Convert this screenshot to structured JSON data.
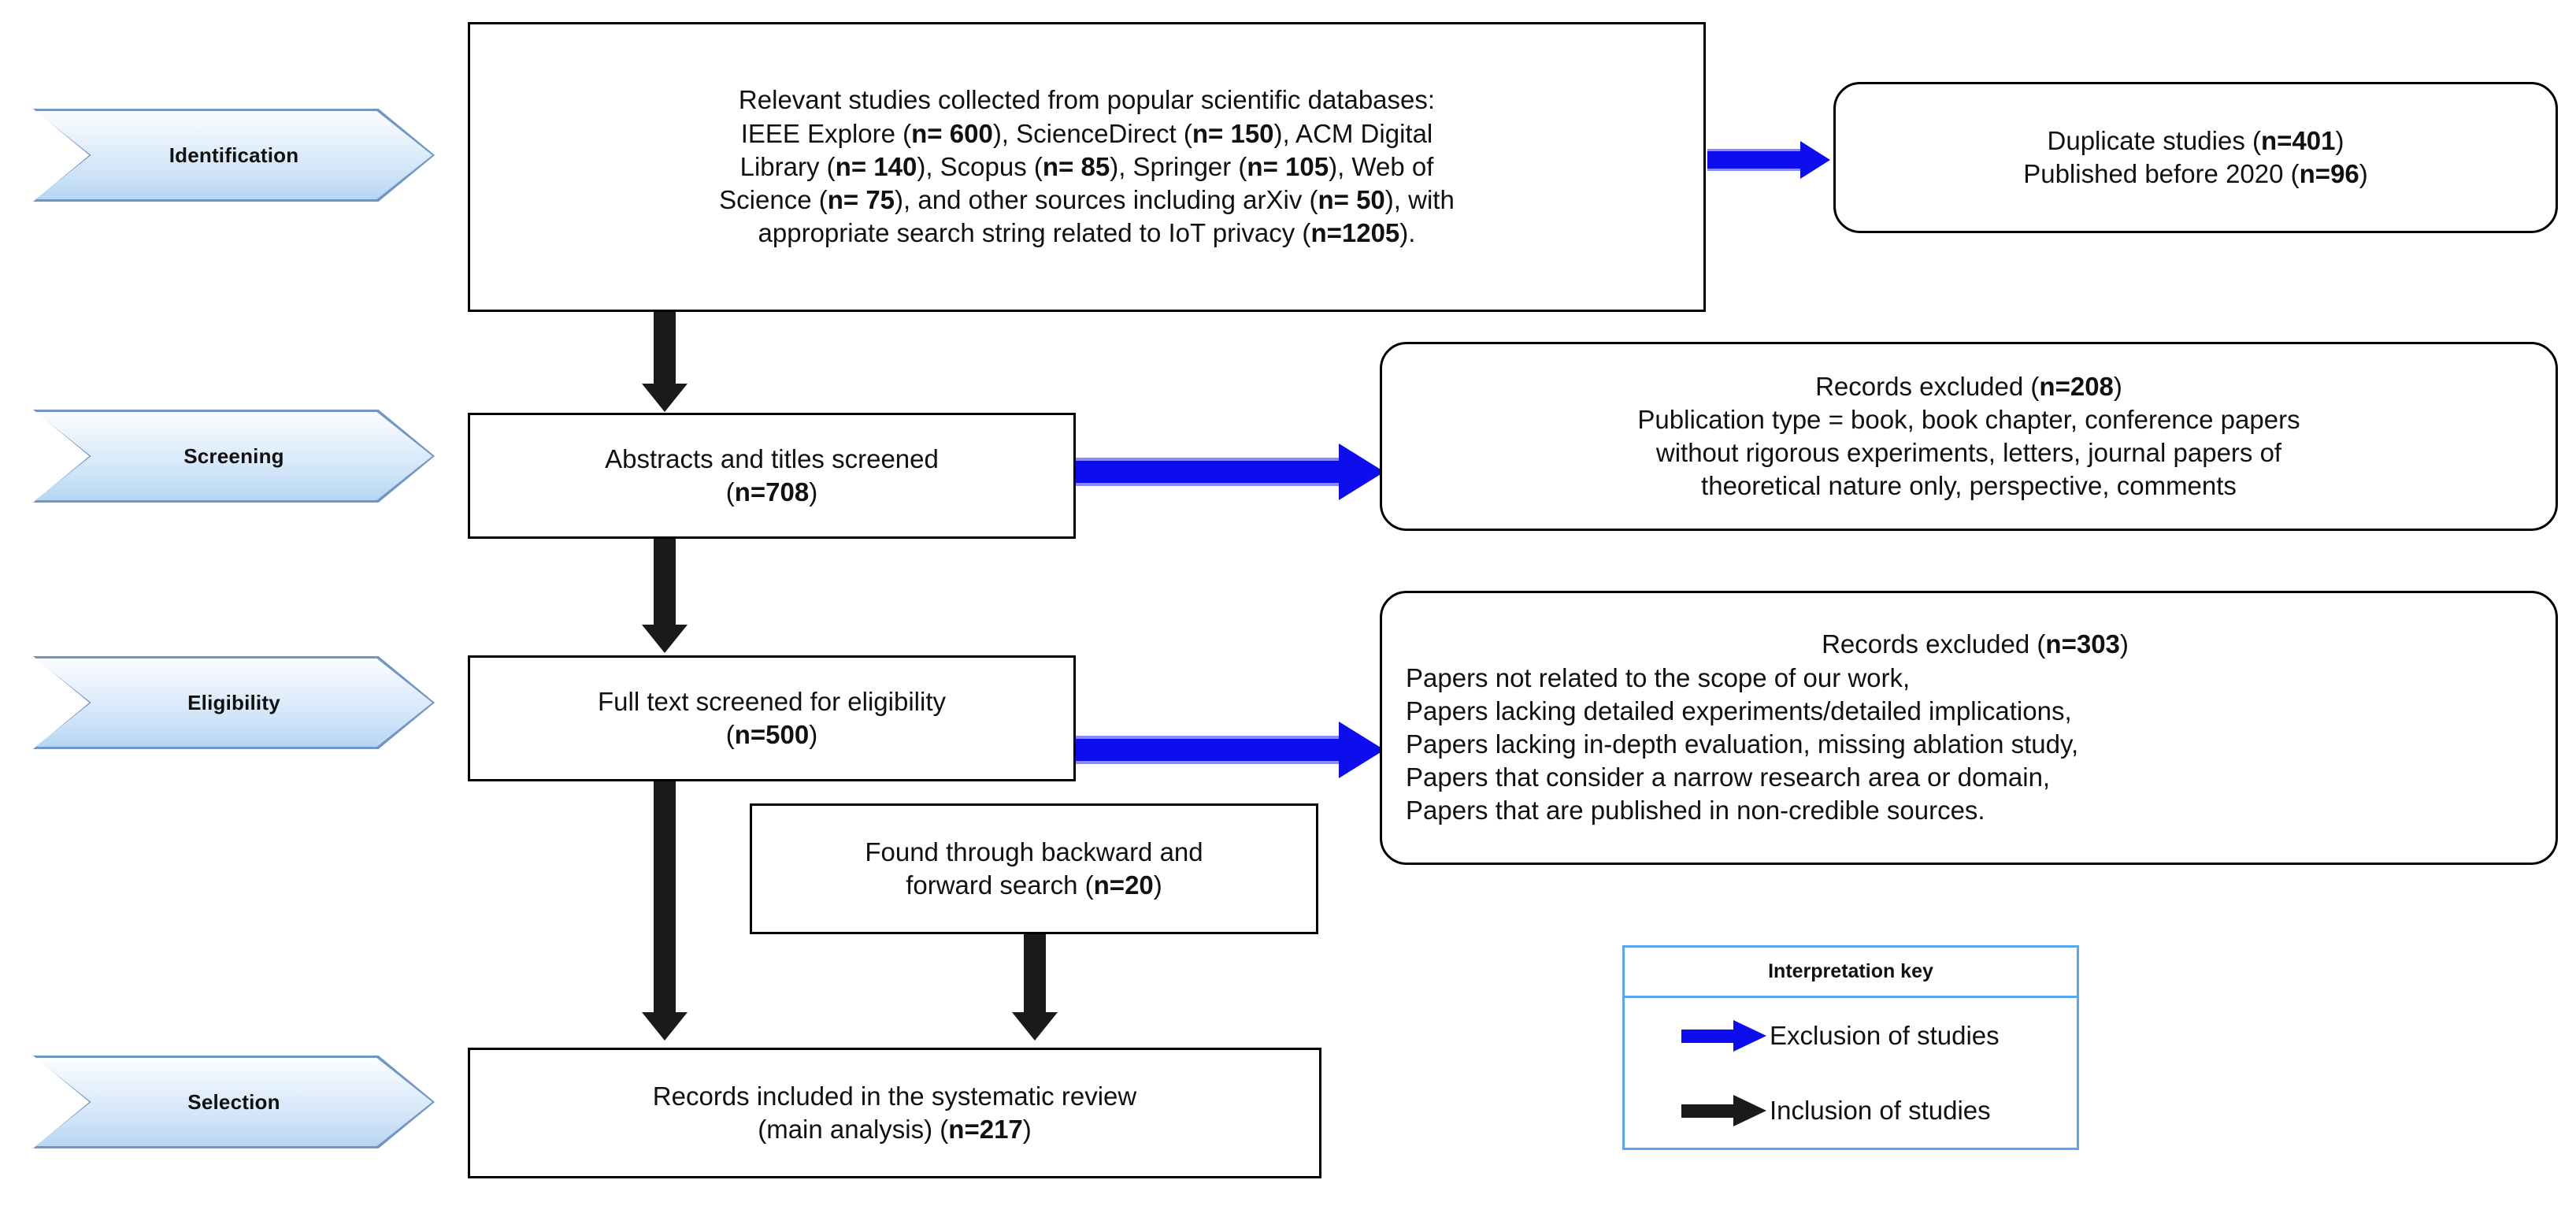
{
  "diagram": {
    "title": "PRISMA study selection flow diagram",
    "colors": {
      "exclusion_arrow": "#0d0dee",
      "inclusion_arrow": "#1a1a1a",
      "stage_fill_top": "#fbfdff",
      "stage_fill_bottom": "#b6d6f3",
      "stage_border": "#6f96c4",
      "legend_border": "#5aa9f0",
      "box_border": "#000000"
    }
  },
  "stages": [
    {
      "label": "Identification"
    },
    {
      "label": "Screening"
    },
    {
      "label": "Eligibility"
    },
    {
      "label": "Selection"
    }
  ],
  "boxes": {
    "identification": {
      "lines": [
        "Relevant studies collected from popular scientific databases:",
        "IEEE Explore (<b>n= 600</b>), ScienceDirect (<b>n= 150</b>), ACM Digital",
        "Library (<b>n= 140</b>), Scopus (<b>n= 85</b>), Springer (<b>n= 105</b>), Web of",
        "Science (<b>n= 75</b>), and other sources including arXiv (<b>n= 50</b>), with",
        "appropriate search string related to IoT privacy (<b>n=1205</b>)."
      ]
    },
    "duplicates": {
      "lines": [
        "Duplicate studies (<b>n=401</b>)",
        "Published before 2020 (<b>n=96</b>)"
      ]
    },
    "screening": {
      "lines": [
        "Abstracts and titles screened",
        "(<b>n=708</b>)"
      ]
    },
    "screening_excluded": {
      "lines": [
        "Records excluded (<b>n=208</b>)",
        "Publication type = book, book chapter, conference papers",
        "without rigorous experiments, letters, journal papers of",
        "theoretical nature only, perspective, comments"
      ]
    },
    "eligibility": {
      "lines": [
        "Full text screened for eligibility",
        "(<b>n=500</b>)"
      ]
    },
    "eligibility_excluded": {
      "lines": [
        "Records excluded (<b>n=303</b>)",
        "Papers not related to the scope of our work,",
        "Papers lacking detailed experiments/detailed implications,",
        "Papers lacking in-depth evaluation, missing ablation study,",
        "Papers that consider a narrow research area or domain,",
        "Papers that are published in non-credible sources."
      ]
    },
    "backward_forward": {
      "lines": [
        "Found through backward and",
        "forward search (<b>n=20</b>)"
      ]
    },
    "included": {
      "lines": [
        "Records included in the systematic review",
        "(main analysis) (<b>n=217</b>)"
      ]
    }
  },
  "legend": {
    "title": "Interpretation key",
    "rows": [
      {
        "label": "Exclusion of studies",
        "arrow": "blue-right-arrow-icon"
      },
      {
        "label": "Inclusion of studies",
        "arrow": "black-right-arrow-icon"
      }
    ]
  }
}
